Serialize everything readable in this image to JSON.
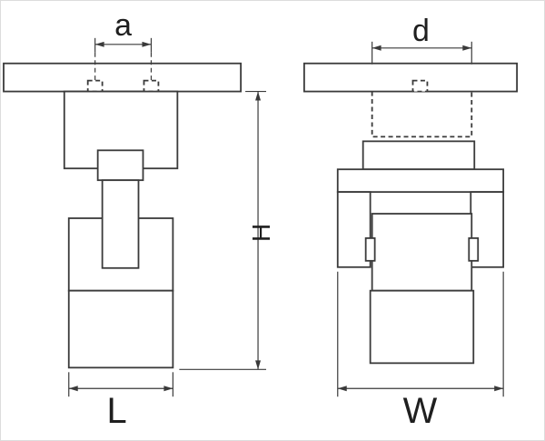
{
  "drawing": {
    "views": [
      {
        "id": "front-view",
        "dimension_labels": [
          "a",
          "H",
          "L"
        ]
      },
      {
        "id": "side-view",
        "dimension_labels": [
          "d",
          "W"
        ]
      }
    ]
  },
  "labels": {
    "a": "a",
    "d": "d",
    "h": "H",
    "l": "L",
    "w": "W"
  },
  "colors": {
    "line": "#3a3a3a",
    "label": "#1f1f1f",
    "background": "#ffffff"
  }
}
